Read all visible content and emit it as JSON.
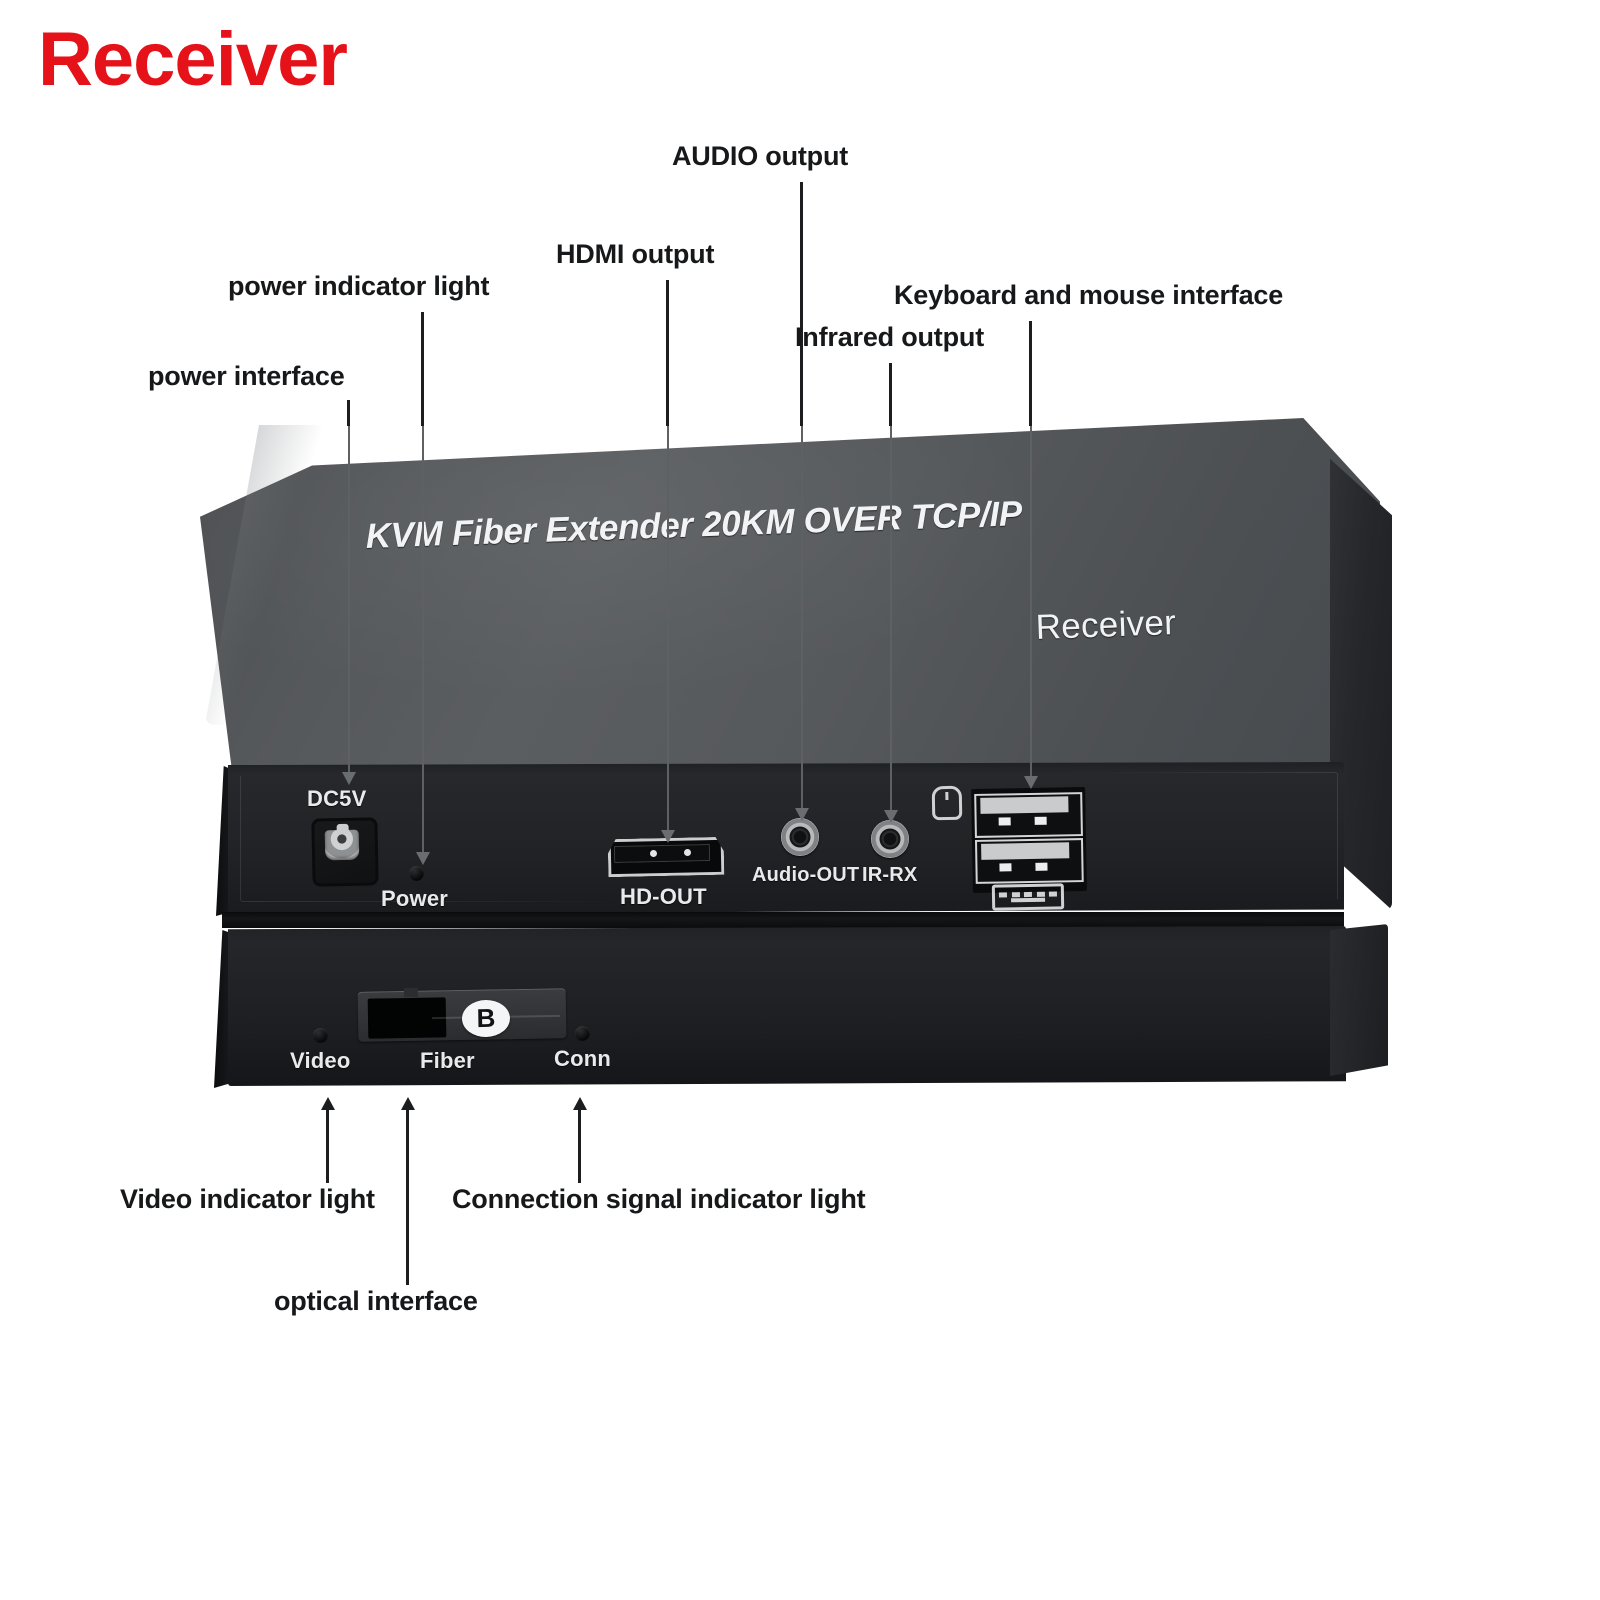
{
  "title": "Receiver",
  "title_color": "#e5121a",
  "callouts": {
    "power_interface": "power interface",
    "power_indicator": "power indicator light",
    "hdmi_output": "HDMI output",
    "audio_output": "AUDIO output",
    "infrared_output": "Infrared output",
    "keyboard_mouse": "Keyboard and mouse interface",
    "video_indicator": "Video indicator light",
    "optical_interface": "optical interface",
    "connection_indicator": "Connection signal indicator light"
  },
  "device": {
    "top_face": {
      "model_text": "KVM Fiber Extender 20KM OVER TCP/IP",
      "role_text": "Receiver"
    },
    "front_panel": {
      "dc_label": "DC5V",
      "power_led_label": "Power",
      "hdmi_label": "HD-OUT",
      "audio_label": "Audio-OUT",
      "ir_label": "IR-RX",
      "mouse_icon": "mouse-icon",
      "keyboard_icon": "keyboard-icon"
    },
    "bottom_panel": {
      "video_led_label": "Video",
      "fiber_label": "Fiber",
      "conn_led_label": "Conn",
      "sfp_badge": "B"
    },
    "body_color": "#23252a",
    "top_color": "#55585b"
  }
}
